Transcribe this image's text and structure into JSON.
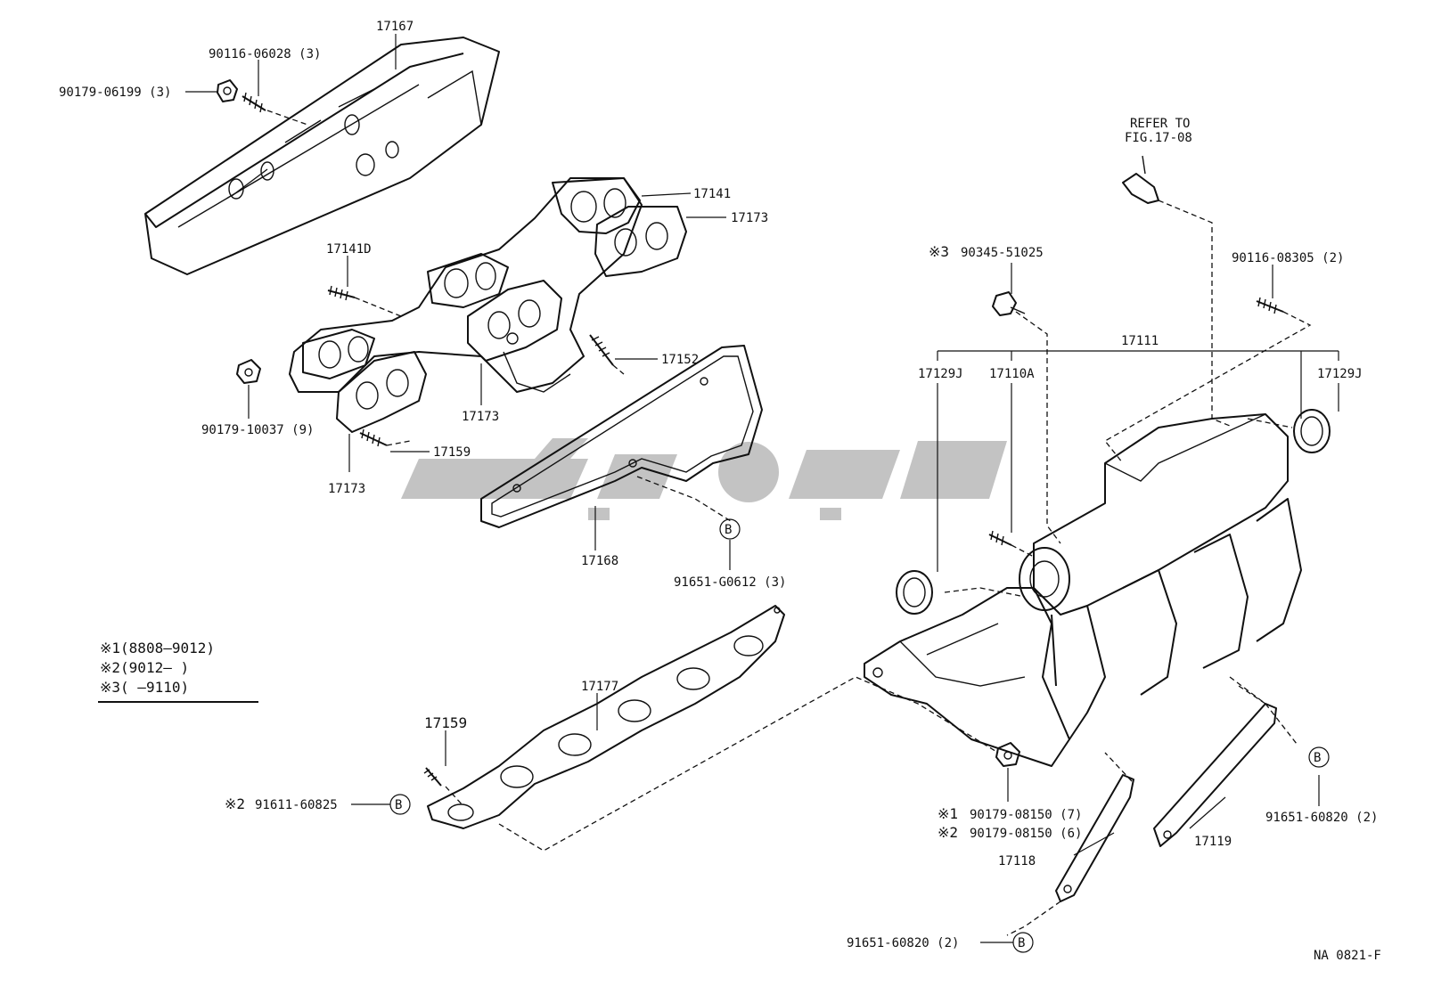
{
  "parts": {
    "p17167": "17167",
    "p90116_06028": "90116-06028 (3)",
    "p90179_06199": "90179-06199 (3)",
    "p17141": "17141",
    "p17173_a": "17173",
    "p17141d": "17141D",
    "p17152": "17152",
    "p90179_10037": "90179-10037 (9)",
    "p17173_b": "17173",
    "p17159_a": "17159",
    "p17173_c": "17173",
    "p17168": "17168",
    "p91651_g0612": "91651-G0612 (3)",
    "p17177": "17177",
    "p17159_b": "17159",
    "p91611_60825": "91611-60825",
    "refer_line1": "REFER TO",
    "refer_line2": "FIG.17-08",
    "p90345_51025": "90345-51025",
    "p90116_08305": "90116-08305 (2)",
    "p17111": "17111",
    "p17129j_l": "17129J",
    "p17110a": "17110A",
    "p17129j_r": "17129J",
    "p90179_08150_7": "90179-08150 (7)",
    "p90179_08150_6": "90179-08150 (6)",
    "p17118": "17118",
    "p17119": "17119",
    "p91651_60820_r": "91651-60820 (2)",
    "p91651_60820_b": "91651-60820 (2)"
  },
  "markers": {
    "m1": "※1",
    "m2": "※2",
    "m3": "※3",
    "b": "B"
  },
  "legend": {
    "row1": "※1(8808–9012)",
    "row2": "※2(9012–        )",
    "row3": "※3(         –9110)"
  },
  "figure_code": "NA 0821-F"
}
